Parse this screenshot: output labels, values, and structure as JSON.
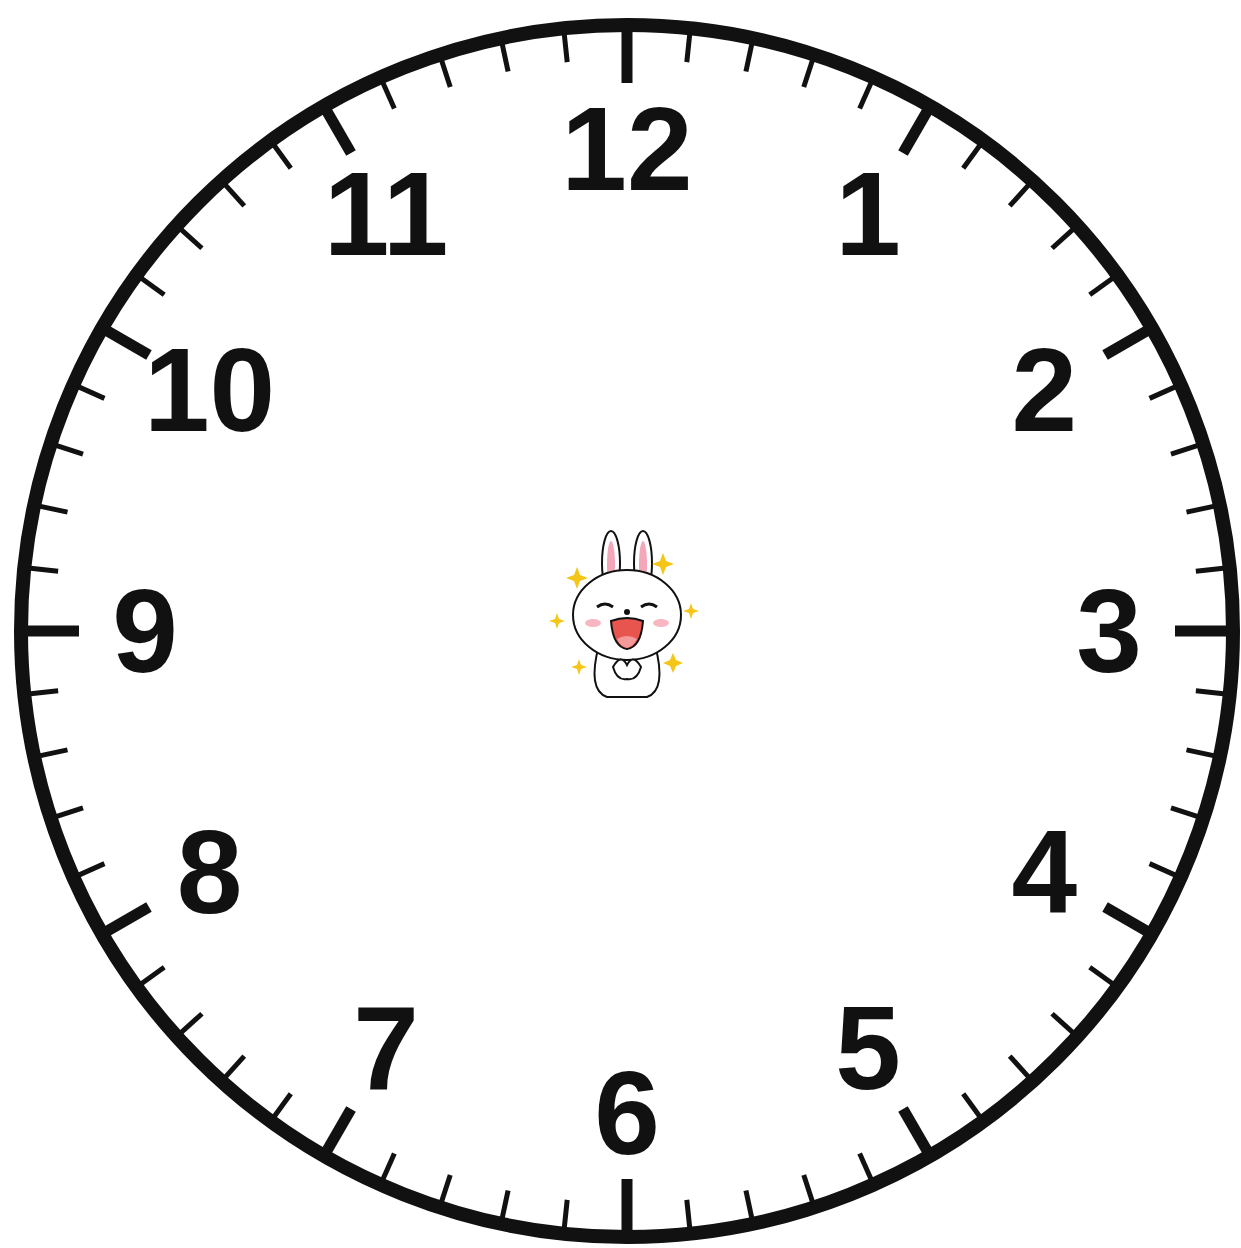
{
  "diagram": {
    "labels": [
      "12",
      "1",
      "2",
      "3",
      "4",
      "5",
      "6",
      "7",
      "8",
      "9",
      "10",
      "11"
    ]
  }
}
